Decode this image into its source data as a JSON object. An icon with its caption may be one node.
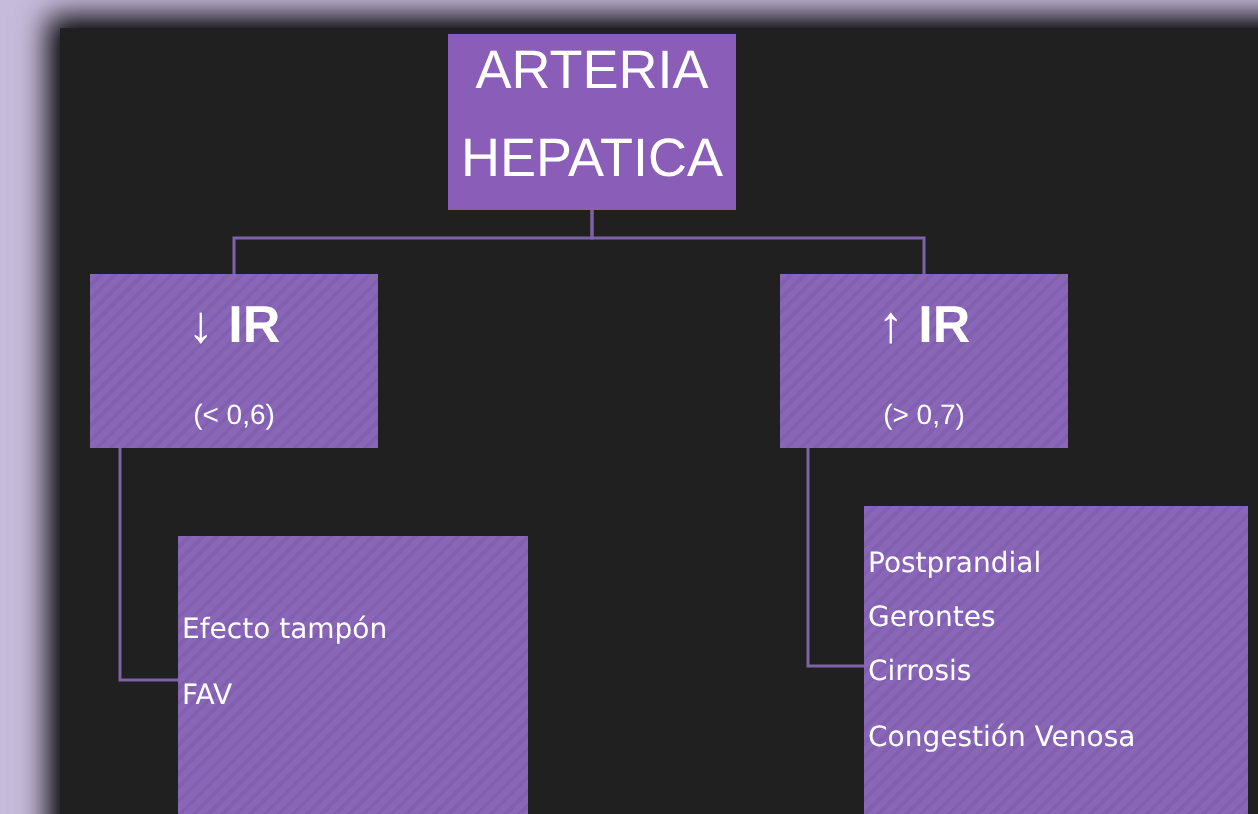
{
  "diagram": {
    "nodes": [
      {
        "text": [
          "ARTERIA HEPATICA"
        ]
      },
      {
        "text": [
          "↓ IR",
          "(< 0,6)"
        ]
      },
      {
        "text": [
          "↑ IR",
          "(> 0,7)"
        ]
      },
      {
        "text": [
          "Efecto tampón",
          "FAV"
        ]
      },
      {
        "text": [
          "Postprandial",
          "Gerontes",
          "Cirrosis",
          "Congestión Venosa"
        ]
      }
    ],
    "edges": [
      {
        "from": 0,
        "to": 1,
        "arrow": "none"
      },
      {
        "from": 0,
        "to": 2,
        "arrow": "none"
      },
      {
        "from": 1,
        "to": 3,
        "arrow": "none"
      },
      {
        "from": 2,
        "to": 4,
        "arrow": "none"
      }
    ]
  }
}
